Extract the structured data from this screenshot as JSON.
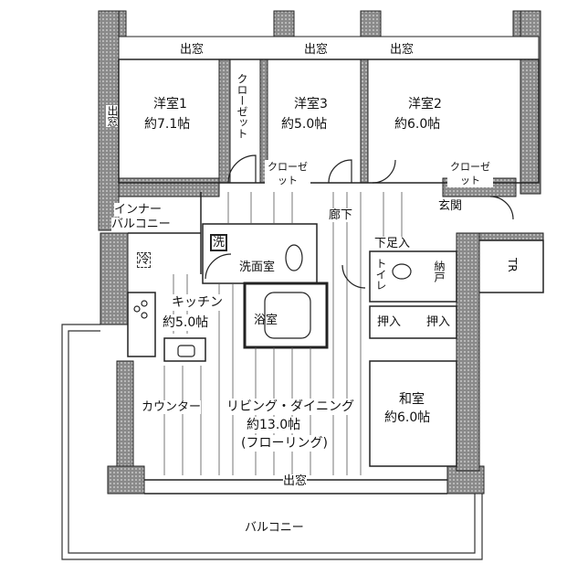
{
  "rooms": {
    "western1": {
      "name": "洋室1",
      "size": "約7.1帖"
    },
    "western3": {
      "name": "洋室3",
      "size": "約5.0帖"
    },
    "western2": {
      "name": "洋室2",
      "size": "約6.0帖"
    },
    "kitchen": {
      "name": "キッチン",
      "size": "約5.0帖"
    },
    "living": {
      "name": "リビング・ダイニング",
      "size": "約13.0帖",
      "note": "(フローリング)"
    },
    "japanese": {
      "name": "和室",
      "size": "約6.0帖"
    }
  },
  "labels": {
    "bay_window": "出窓",
    "closet": "クローゼット",
    "inner_balcony_1": "インナー",
    "inner_balcony_2": "バルコニー",
    "corridor": "廊下",
    "entrance": "玄関",
    "washer": "洗",
    "washroom": "洗面室",
    "fridge": "冷",
    "shoe_box": "下足入",
    "toilet": "トイレ",
    "storage": "納戸",
    "trunk_room": "TR",
    "bathroom": "浴室",
    "oshiire": "押入",
    "counter": "カウンター",
    "balcony": "バルコニー"
  }
}
